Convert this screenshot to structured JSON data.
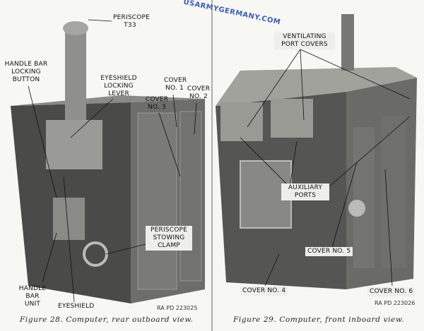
{
  "watermark": "USARMYGERMANY.COM",
  "figure28": {
    "caption": "Figure 28.  Computer, rear outboard view.",
    "ref": "RA PD 223025",
    "labels": {
      "periscope": "PERISCOPE T33",
      "handle_bar_locking_button": "HANDLE BAR LOCKING BUTTON",
      "eyeshield_locking_lever": "EYESHIELD LOCKING LEVER",
      "cover1": "COVER NO. 1",
      "cover2": "COVER NO. 2",
      "cover3": "COVER NO. 3",
      "stowing_clamp": "PERISCOPE STOWING CLAMP",
      "handle_bar_unit": "HANDLE BAR UNIT",
      "eyeshield": "EYESHIELD"
    }
  },
  "figure29": {
    "caption": "Figure 29.  Computer, front inboard view.",
    "ref": "RA PD 223026",
    "labels": {
      "ventilating": "VENTILATING PORT COVERS",
      "auxiliary": "AUXILIARY PORTS",
      "cover4": "COVER NO. 4",
      "cover5": "COVER NO. 5",
      "cover6": "COVER NO. 6"
    }
  }
}
